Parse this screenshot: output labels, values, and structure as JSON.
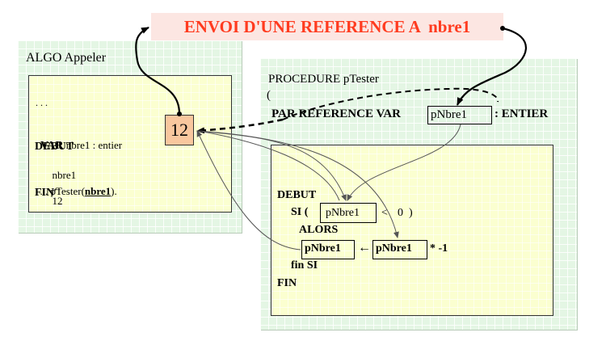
{
  "title": "ENVOI D'UNE REFERENCE A  nbre1",
  "left_panel": {
    "header": "ALGO Appeler",
    "dots": ". . .",
    "var_keyword": "VAR",
    "var_rest": " nbre1 : entier",
    "debut": "DEBUT",
    "assign_var": "nbre1",
    "assign_arrow": "←",
    "assign_value": "12",
    "call_prefix": ". . pTester(",
    "call_arg": "nbre1",
    "call_suffix": ").",
    "fin": "FIN",
    "memory_value": "12"
  },
  "right_panel": {
    "header": "PROCEDURE pTester",
    "open_paren": "(",
    "param_prefix": "PAR REFERENCE VAR",
    "param_name": "pNbre1",
    "param_suffix": ": ENTIER",
    "debut": "DEBUT",
    "si_prefix": "SI (",
    "si_param": "pNbre1",
    "si_op": "<",
    "si_rest": "0  )",
    "alors": "ALORS",
    "assign_left": "pNbre1",
    "assign_arrow": "←",
    "assign_right": "pNbre1",
    "assign_tail": "* -1",
    "fin_si": "fin SI",
    "fin": "FIN"
  },
  "colors": {
    "title_text": "#ff3b1f",
    "title_bg": "#fce6e2",
    "panel_bg": "#e4f6e4",
    "code_bg": "#fbffd0",
    "memory_cell": "#f9c79e"
  }
}
